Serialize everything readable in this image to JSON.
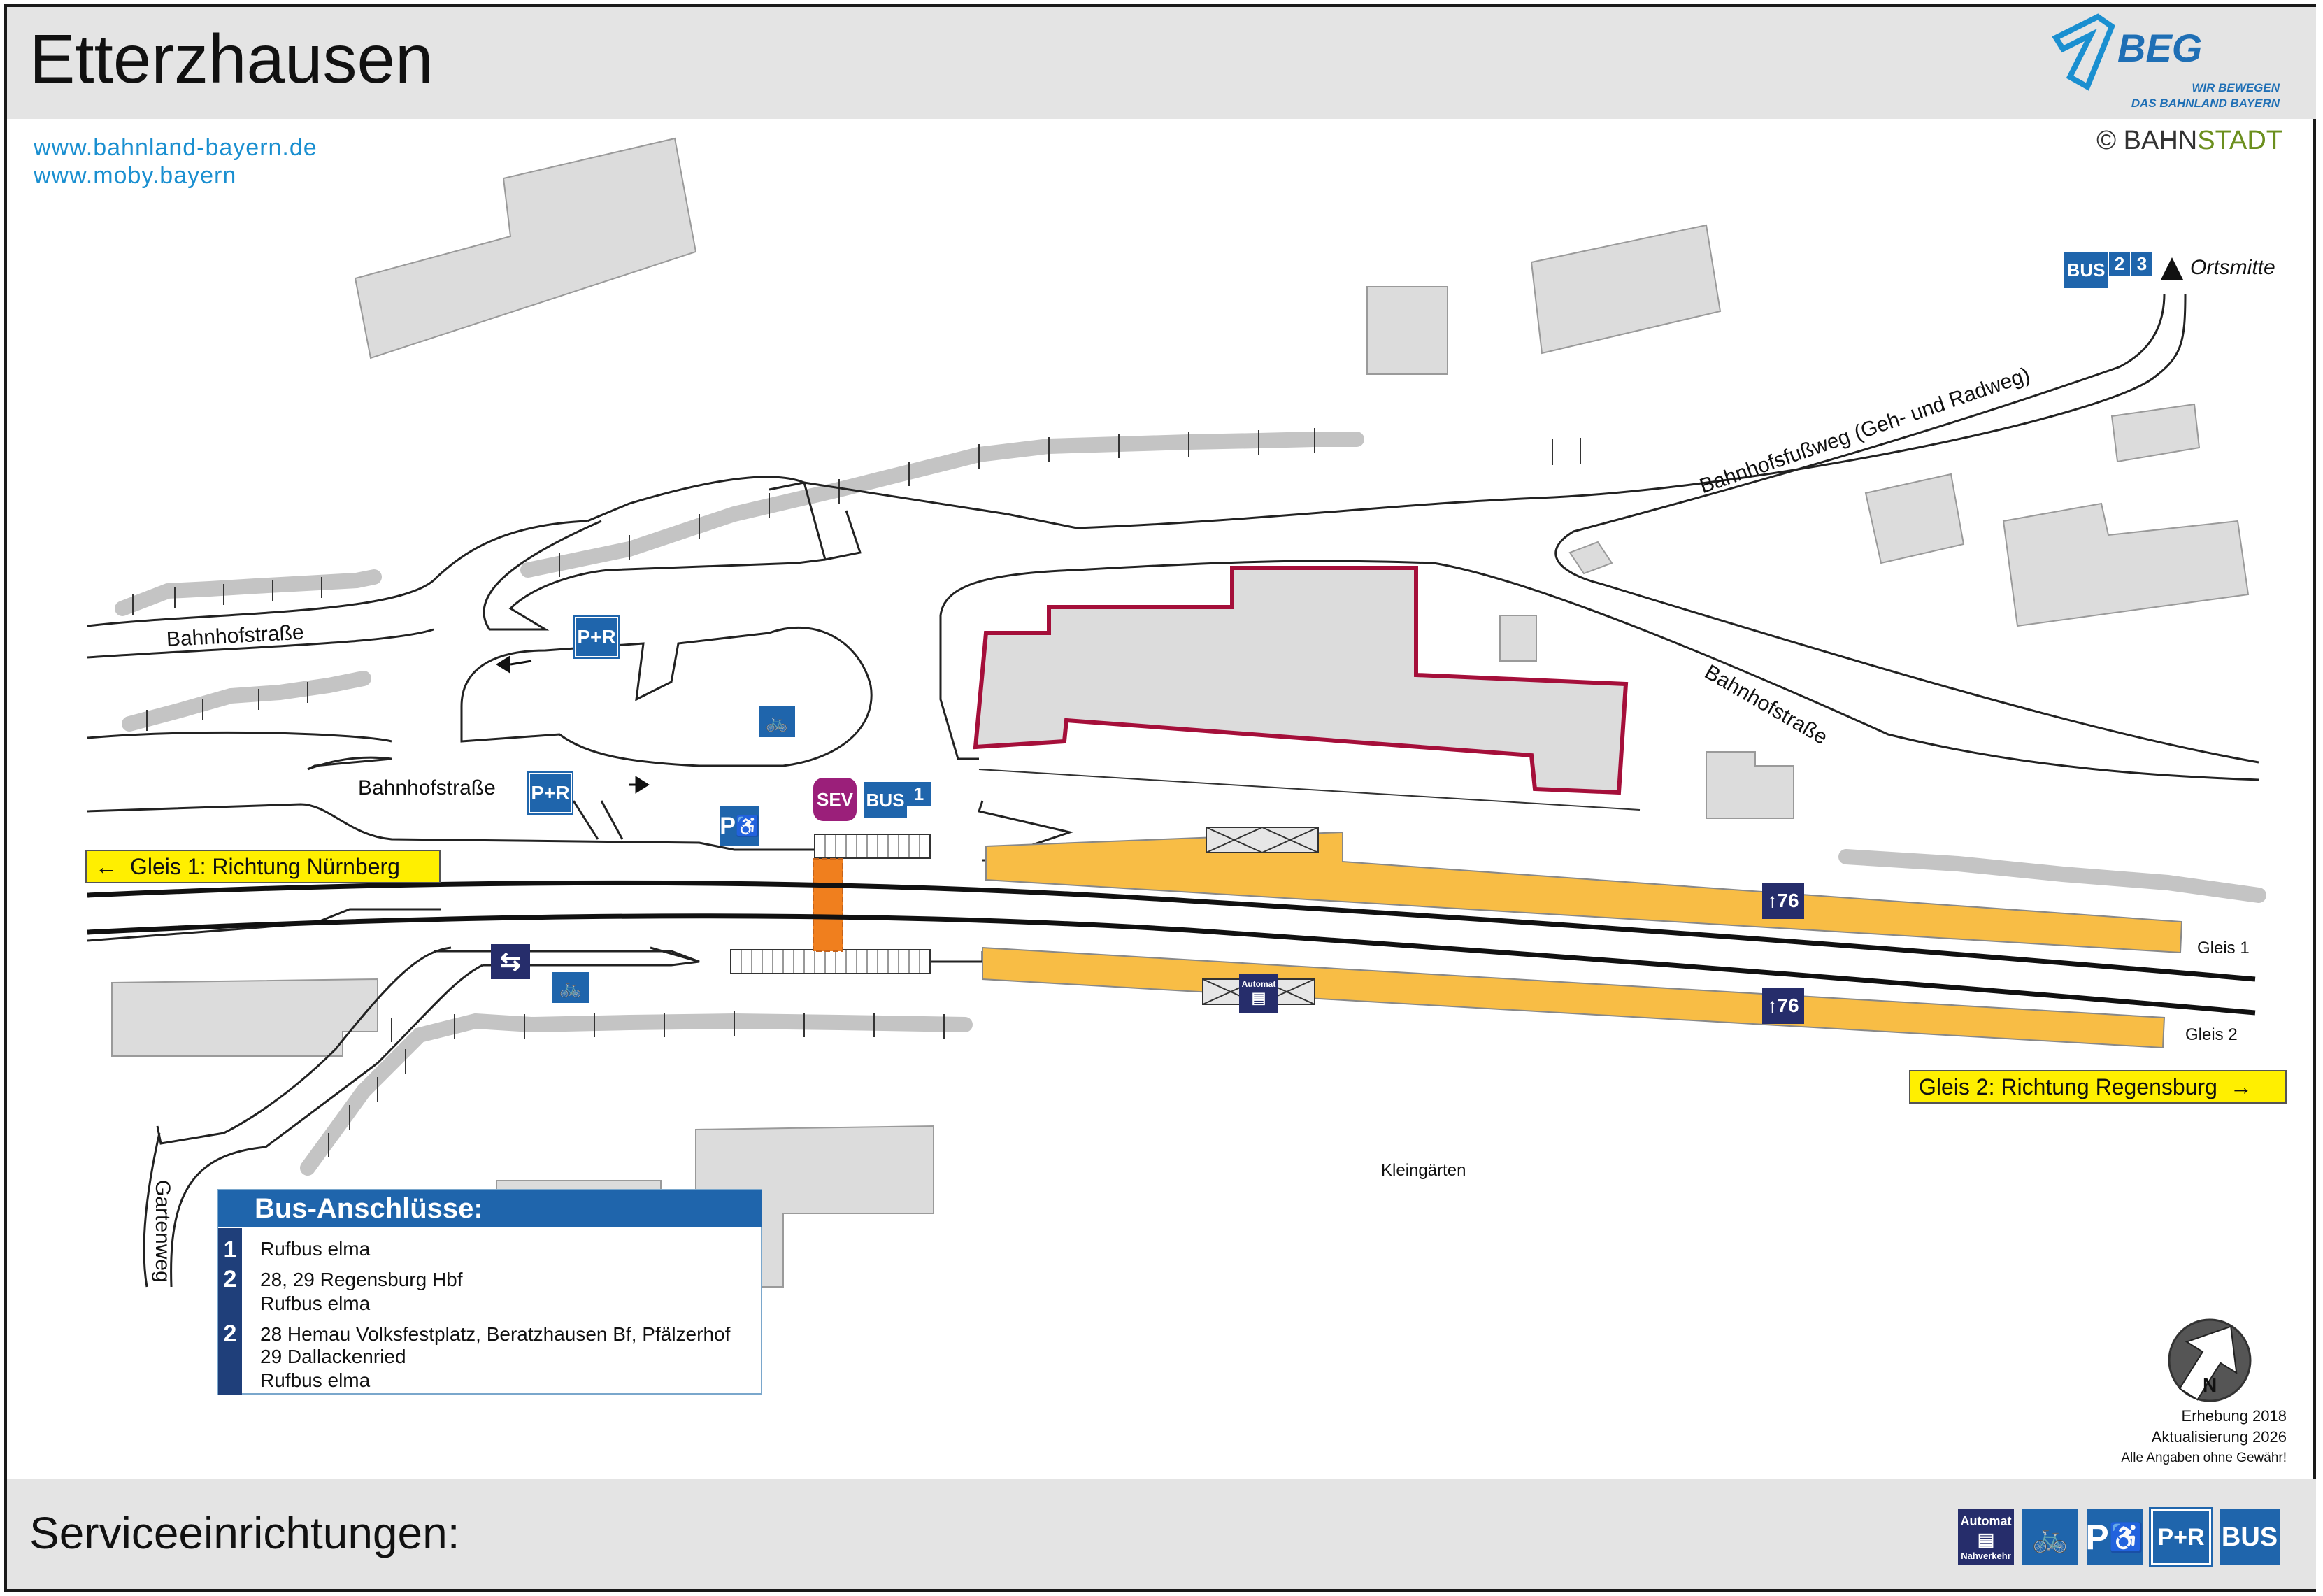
{
  "header": {
    "title": "Etterzhausen",
    "links": [
      "www.bahnland-bayern.de",
      "www.moby.bayern"
    ],
    "copyright": {
      "symbol": "©",
      "brand_a": "BAHN",
      "brand_b": "STADT"
    },
    "logo": {
      "name": "BEG",
      "tagline_1": "WIR BEWEGEN",
      "tagline_2": "DAS BAHNLAND BAYERN"
    }
  },
  "streets": {
    "bahnhofstrasse_west": "Bahnhofstraße",
    "bahnhofstrasse_center": "Bahnhofstraße",
    "bahnhofstrasse_east": "Bahnhofstraße",
    "footpath": "Bahnhofsfußweg (Geh- und Radweg)",
    "gartenweg": "Gartenweg",
    "kleingaerten": "Kleingärten"
  },
  "directions": {
    "gleis1": "Gleis 1: Richtung Nürnberg",
    "gleis2": "Gleis 2: Richtung Regensburg",
    "ortsmitte": "Ortsmitte"
  },
  "tracks": {
    "gleis1_label": "Gleis 1",
    "gleis2_label": "Gleis 2"
  },
  "platforms": {
    "height_label_1": "76",
    "height_label_2": "76"
  },
  "signs": {
    "pr": "P+R",
    "bus": "BUS",
    "sev": "SEV",
    "bus_stop_1": "1",
    "bus_stop_2": "2",
    "bus_stop_3": "3",
    "parking": "P",
    "automat": "Automat",
    "nahverkehr": "Nahverkehr"
  },
  "bus_connections": {
    "title": "Bus-Anschlüsse:",
    "entries": [
      {
        "stop": "1",
        "lines": [
          "Rufbus elma"
        ]
      },
      {
        "stop": "2",
        "lines": [
          "28, 29 Regensburg Hbf",
          "Rufbus elma"
        ]
      },
      {
        "stop": "2",
        "lines": [
          "28 Hemau Volksfestplatz, Beratzhausen Bf, Pfälzerhof",
          "29 Dallackenried",
          "Rufbus elma"
        ]
      }
    ]
  },
  "info": {
    "survey": "Erhebung 2018",
    "update": "Aktualisierung 2026",
    "disclaimer": "Alle Angaben ohne Gewähr!"
  },
  "compass": {
    "letter": "N"
  },
  "footer": {
    "title": "Serviceeinrichtungen:",
    "icons": [
      "ticket-machine-icon",
      "bicycle-parking-icon",
      "accessible-parking-icon",
      "park-and-ride-icon",
      "bus-icon"
    ]
  },
  "colors": {
    "platform": "#f8bd45",
    "building": "#dcdcdc",
    "station_outline": "#a50f3a",
    "sign_blue": "#1f65ac",
    "sign_navy": "#262d6b",
    "sev": "#9b1f7a",
    "underpass": "#f07f1e",
    "direction": "#ffef00"
  }
}
